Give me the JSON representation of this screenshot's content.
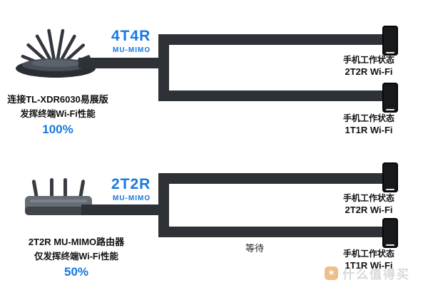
{
  "scene1": {
    "standard": "4T4R",
    "tech": "MU-MIMO",
    "caption1": "连接TL-XDR6030易展版",
    "caption2": "发挥终端Wi-Fi性能",
    "percent": "100%",
    "phones": [
      {
        "status": "手机工作状态",
        "mode": "2T2R Wi-Fi"
      },
      {
        "status": "手机工作状态",
        "mode": "1T1R Wi-Fi"
      }
    ]
  },
  "scene2": {
    "standard": "2T2R",
    "tech": "MU-MIMO",
    "caption1": "2T2R MU-MIMO路由器",
    "caption2": "仅发挥终端Wi-Fi性能",
    "percent": "50%",
    "waiting": "等待",
    "phones": [
      {
        "status": "手机工作状态",
        "mode": "2T2R Wi-Fi"
      },
      {
        "status": "手机工作状态",
        "mode": "1T1R Wi-Fi"
      }
    ]
  },
  "watermark": {
    "brand": "什么值得买",
    "logo_glyph": "★"
  },
  "colors": {
    "accent": "#1778e0",
    "bar": "#2e3237",
    "text": "#111111",
    "watermark": "#bfbfbf"
  }
}
